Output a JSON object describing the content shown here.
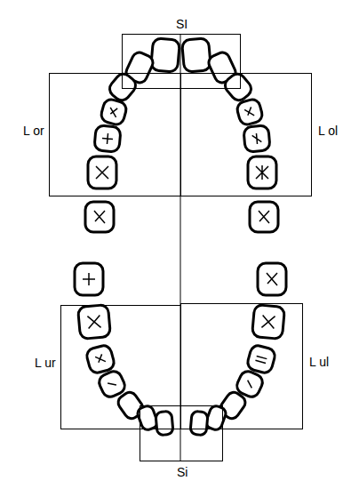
{
  "diagram": {
    "nodes": [
      {
        "text": [
          "SI"
        ]
      },
      {
        "text": [
          "L or"
        ]
      },
      {
        "text": [
          "L ol"
        ]
      },
      {
        "text": [
          "L ur"
        ]
      },
      {
        "text": [
          "L ul"
        ]
      },
      {
        "text": [
          "Si"
        ]
      }
    ]
  }
}
